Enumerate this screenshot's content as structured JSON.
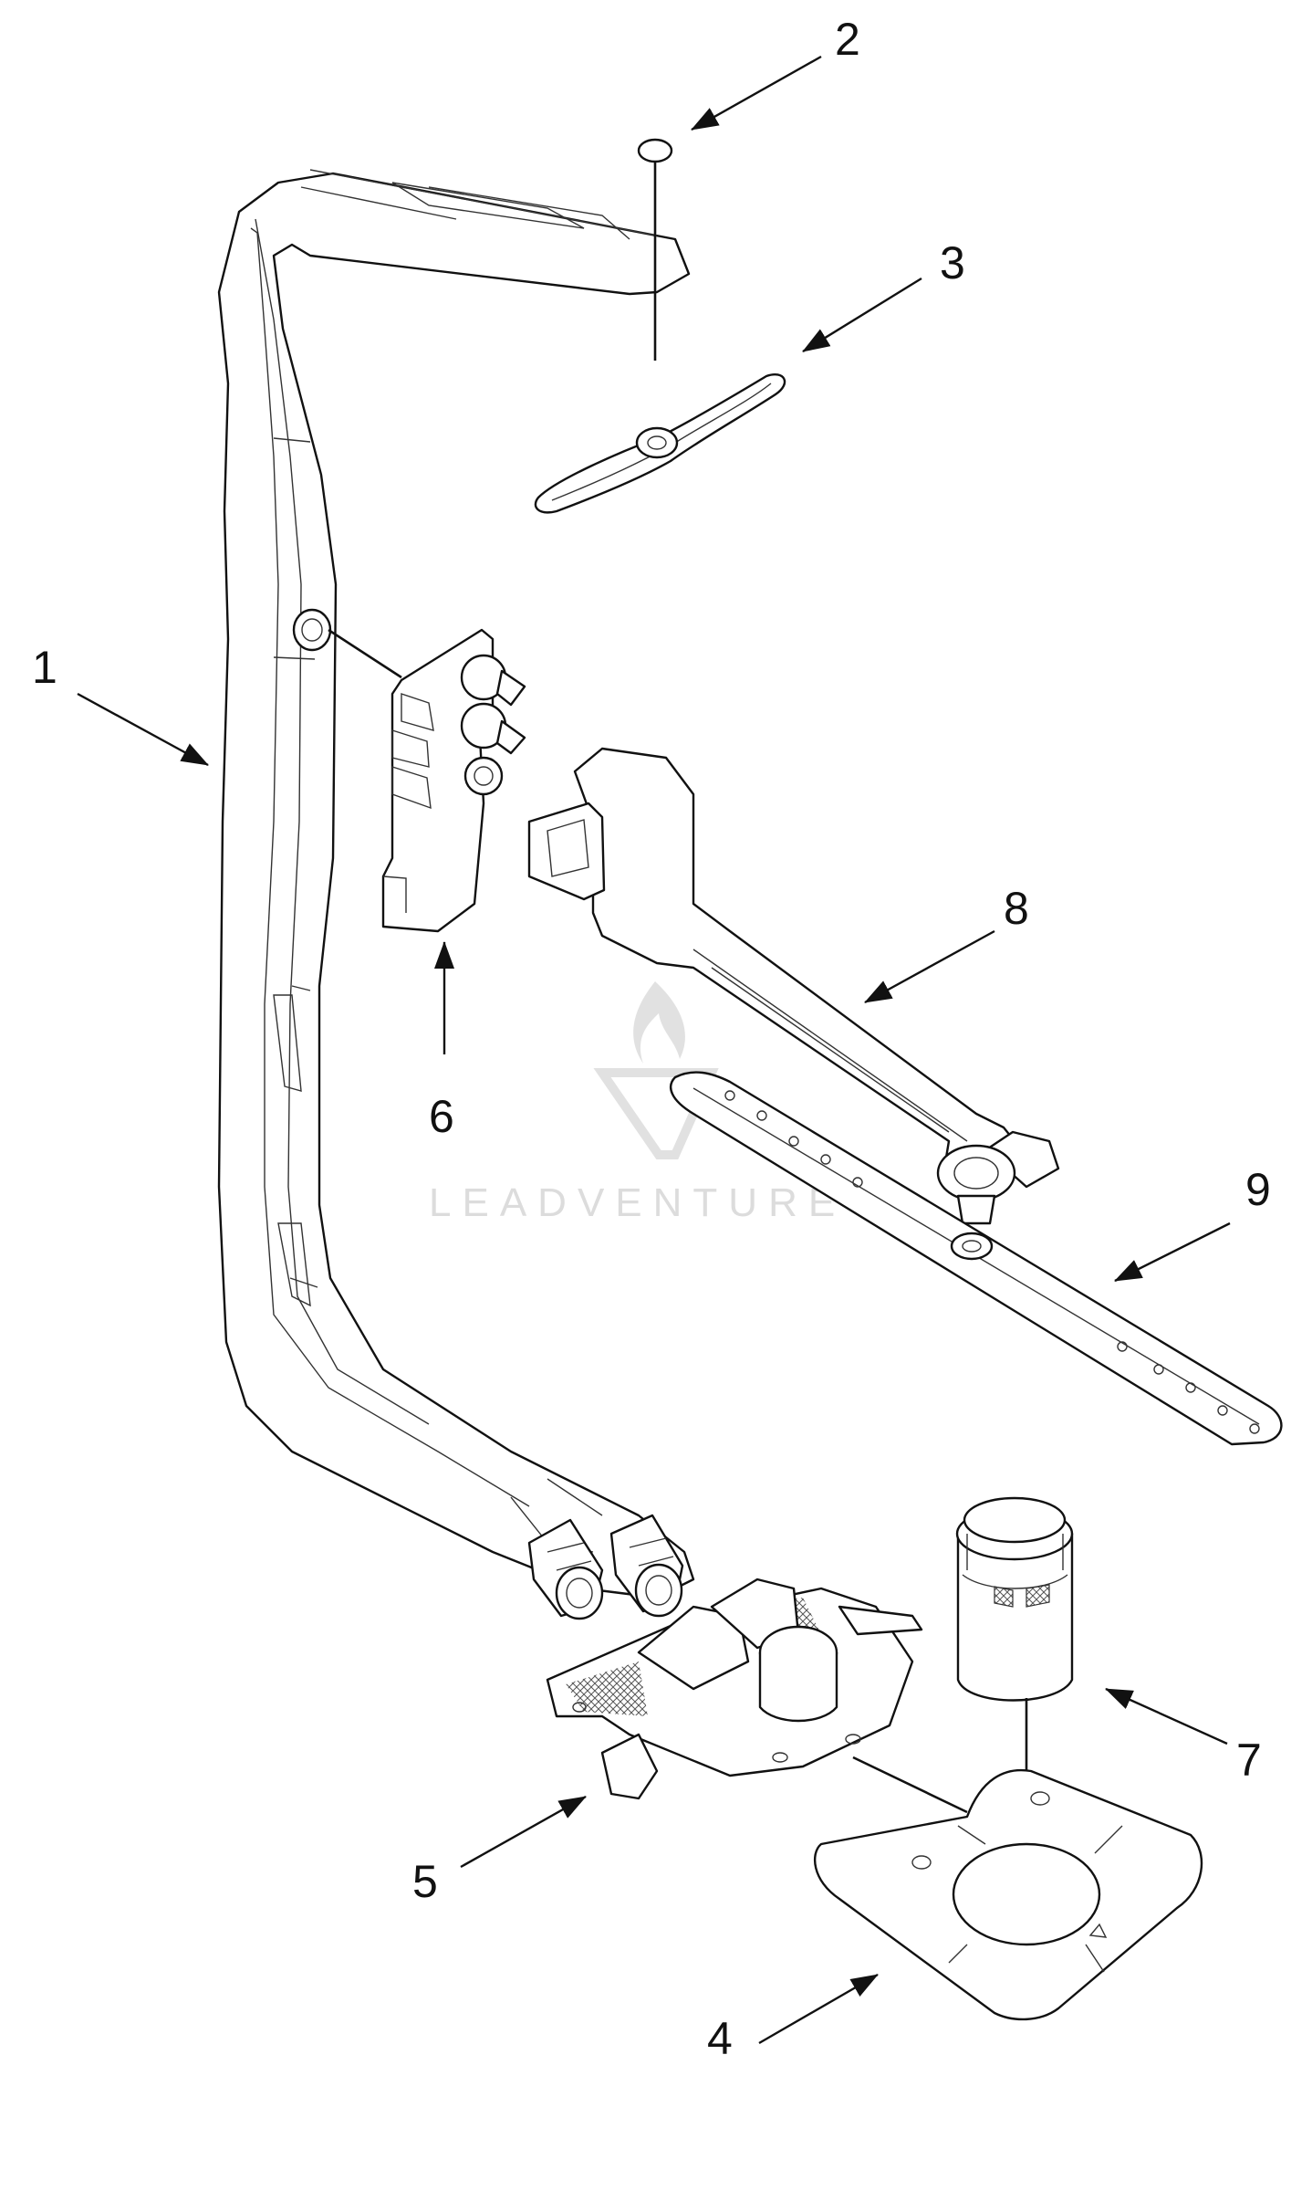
{
  "watermark": {
    "text": "LEADVENTURE"
  },
  "callouts": [
    {
      "id": "1",
      "label": "1"
    },
    {
      "id": "2",
      "label": "2"
    },
    {
      "id": "3",
      "label": "3"
    },
    {
      "id": "4",
      "label": "4"
    },
    {
      "id": "5",
      "label": "5"
    },
    {
      "id": "6",
      "label": "6"
    },
    {
      "id": "7",
      "label": "7"
    },
    {
      "id": "8",
      "label": "8"
    },
    {
      "id": "9",
      "label": "9"
    }
  ],
  "colors": {
    "line": "#111111",
    "watermark": "#d9d9d9",
    "background": "#ffffff"
  }
}
